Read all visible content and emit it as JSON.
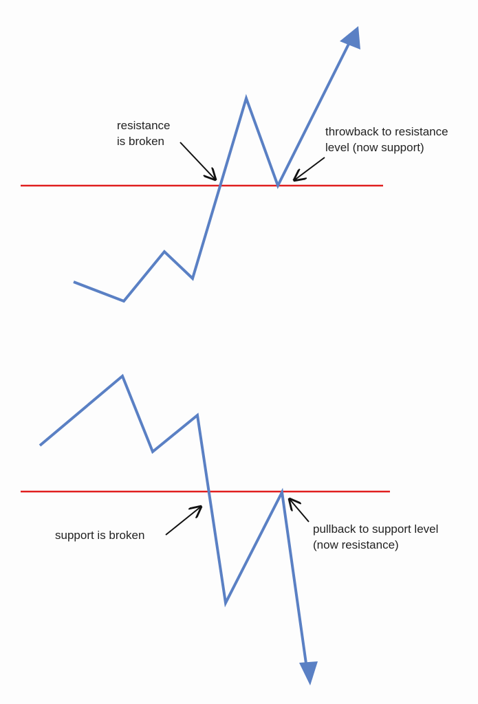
{
  "colors": {
    "price_line": "#5a80c4",
    "level_line": "#e01e1e",
    "annotation_arrow": "#111111",
    "text": "#222222"
  },
  "top_panel": {
    "label_break": [
      "resistance",
      "is broken"
    ],
    "label_throwback": [
      "throwback to resistance",
      "level (now support)"
    ]
  },
  "bottom_panel": {
    "label_break": [
      "support is broken"
    ],
    "label_pullback": [
      "pullback to support level",
      "(now resistance)"
    ]
  }
}
